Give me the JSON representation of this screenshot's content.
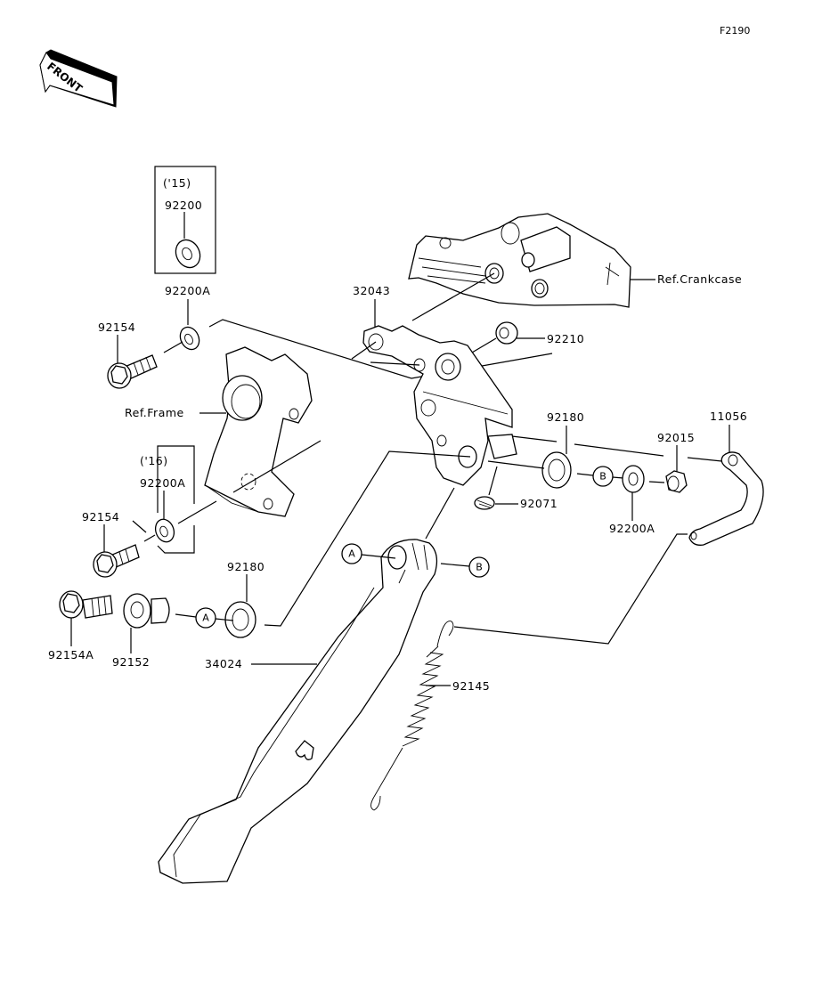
{
  "diagram": {
    "figure_code": "F2190",
    "direction_indicator": "FRONT",
    "variant_boxes": [
      {
        "year": "('15)",
        "part": "92200"
      },
      {
        "year": "('16)",
        "part": "92200A"
      }
    ],
    "references": {
      "crankcase": "Ref.Crankcase",
      "frame": "Ref.Frame"
    },
    "connectors": {
      "a": "A",
      "b": "B"
    },
    "parts": {
      "p92200A_top": "92200A",
      "p92154_top": "92154",
      "p32043": "32043",
      "p92210": "92210",
      "p92180_right": "92180",
      "p92015": "92015",
      "p11056": "11056",
      "p92071": "92071",
      "p92200A_right": "92200A",
      "p92154_mid": "92154",
      "p92180_left": "92180",
      "p92154A": "92154A",
      "p92152": "92152",
      "p34024": "34024",
      "p92145": "92145"
    }
  }
}
